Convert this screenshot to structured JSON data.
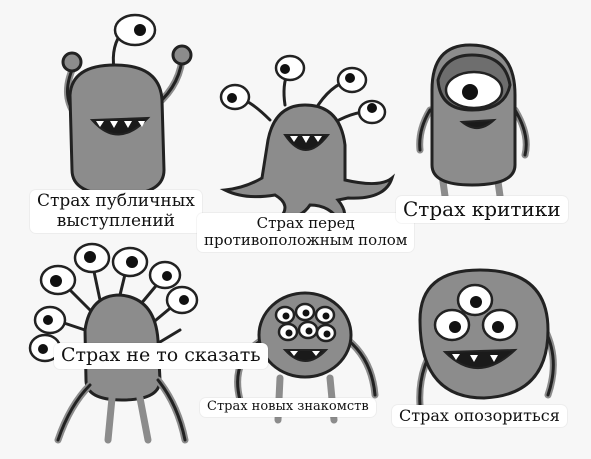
{
  "palette": {
    "background": "#f7f7f7",
    "body": "#8c8c8c",
    "body_dark": "#6e6e6e",
    "outline": "#222222",
    "eye_white": "#ffffff",
    "mouth": "#1a1a1a",
    "label_bg": "#ffffff"
  },
  "monsters": [
    {
      "name": "one-eye-antenna-monster",
      "label_lines": [
        "Страх публичных",
        "выступлений"
      ]
    },
    {
      "name": "octopus-monster",
      "label_lines": [
        "Страх перед",
        "противоположным полом"
      ]
    },
    {
      "name": "cyclops-monster",
      "label_lines": [
        "Страх критики"
      ]
    },
    {
      "name": "many-eyes-monster",
      "label_lines": [
        "Страх не то сказать"
      ]
    },
    {
      "name": "six-eyes-spider-monster",
      "label_lines": [
        "Страх новых знакомств"
      ]
    },
    {
      "name": "three-eyes-monster",
      "label_lines": [
        "Страх опозориться"
      ]
    }
  ]
}
